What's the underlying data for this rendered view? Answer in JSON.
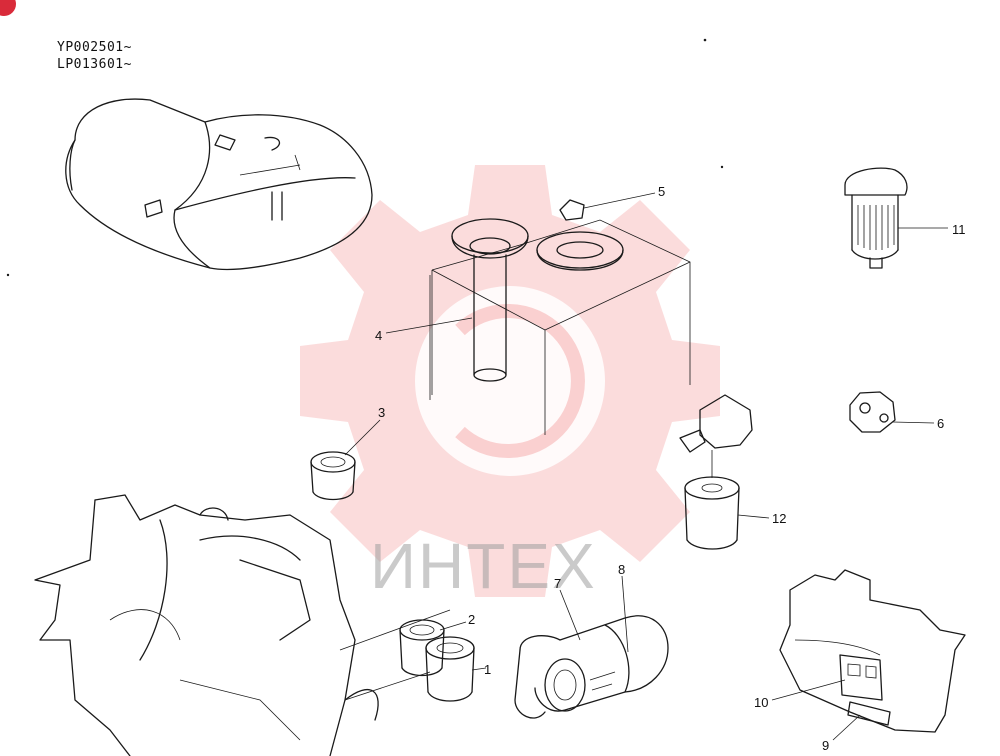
{
  "serials": [
    "YP002501~",
    "LP013601~"
  ],
  "watermark": {
    "text": "ИНТЕХ",
    "color": "#f08080"
  },
  "callouts": [
    "1",
    "2",
    "3",
    "4",
    "5",
    "6",
    "7",
    "8",
    "9",
    "10",
    "11",
    "12"
  ]
}
